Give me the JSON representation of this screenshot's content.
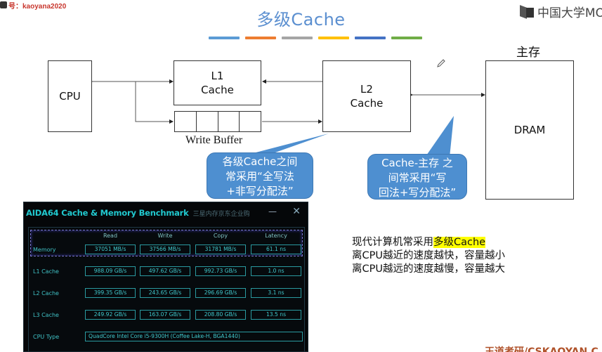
{
  "watermark": {
    "text": "号：kaoyana2020"
  },
  "slide": {
    "title": "多级Cache",
    "title_bar_colors": [
      "#5b9bd5",
      "#ed7d31",
      "#a5a5a5",
      "#ffc000",
      "#4472c4",
      "#70ad47"
    ],
    "logo_text": "中国大学MO"
  },
  "diagram": {
    "cpu_label": "CPU",
    "l1_line1": "L1",
    "l1_line2": "Cache",
    "l2_line1": "L2",
    "l2_line2": "Cache",
    "dram_label": "DRAM",
    "main_memory_label": "主存",
    "write_buffer_label": "Write Buffer",
    "write_buffer_cells": 4
  },
  "callouts": {
    "left": [
      "各级Cache之间",
      "常采用“全写法",
      "+非写分配法”"
    ],
    "right": [
      "Cache-主存 之",
      "间常采用“写",
      "回法+写分配法”"
    ],
    "fill_color": "#4e8fd0"
  },
  "aida": {
    "title": "AIDA64 Cache & Memory Benchmark",
    "subtitle": "三星内存京东企业购",
    "minimize": "—",
    "close": "✕",
    "columns": [
      "Read",
      "Write",
      "Copy",
      "Latency"
    ],
    "rows": [
      {
        "label": "Memory",
        "values": [
          "37051 MB/s",
          "37566 MB/s",
          "31781 MB/s",
          "61.1 ns"
        ]
      },
      {
        "label": "L1 Cache",
        "values": [
          "988.09 GB/s",
          "497.62 GB/s",
          "992.73 GB/s",
          "1.0 ns"
        ]
      },
      {
        "label": "L2 Cache",
        "values": [
          "399.35 GB/s",
          "243.65 GB/s",
          "296.69 GB/s",
          "3.1 ns"
        ]
      },
      {
        "label": "L3 Cache",
        "values": [
          "249.92 GB/s",
          "163.07 GB/s",
          "208.80 GB/s",
          "13.5 ns"
        ]
      }
    ],
    "cpu_type_label": "CPU Type",
    "cpu_type_value": "QuadCore Intel Core i5-9300H  (Coffee Lake-H, BGA1440)"
  },
  "notes": {
    "line1_prefix": "现代计算机常采用",
    "line1_highlight": "多级Cache",
    "line2": "离CPU越近的速度越快，容量越小",
    "line3": "离CPU越远的速度越慢，容量越大"
  },
  "footer": {
    "brand": "王道考研/CSKAOYAN.C"
  }
}
